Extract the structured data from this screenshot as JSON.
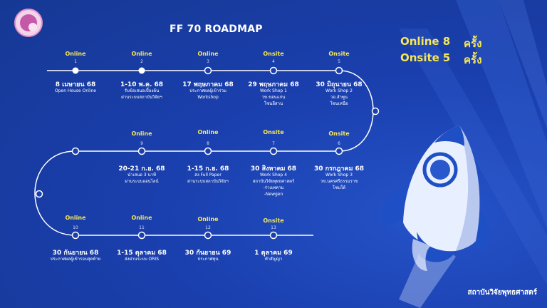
{
  "header": {
    "title": "FF 70 ROADMAP"
  },
  "summary": {
    "online": {
      "label": "Online",
      "count": "8",
      "unit": "ครั้ง"
    },
    "onsite": {
      "label": "Onsite",
      "count": "5",
      "unit": "ครั้ง"
    }
  },
  "milestones": [
    {
      "num": "1",
      "type": "Online",
      "date": "8 เมษายน 68",
      "desc": "Open House Online"
    },
    {
      "num": "2",
      "type": "Online",
      "date": "1-10 พ.ค. 68",
      "desc": "รับข้อเสนอเบื้องต้น\nผ่านระบบสถาบันวิจัยฯ"
    },
    {
      "num": "3",
      "type": "Online",
      "date": "17 พฤษภาคม 68",
      "desc": "ประกาศผลผู้เข้าร่วม\nWorkshop"
    },
    {
      "num": "4",
      "type": "Onsite",
      "date": "29 พฤษภาคม 68",
      "desc": "Work Shop 1\nวข.ขอนแก่น\nโซนอีสาน"
    },
    {
      "num": "5",
      "type": "Onsite",
      "date": "30 มิถุนายน 68",
      "desc": "Work Shop 2\nวอ.ลำพูน\nโซนเหนือ"
    },
    {
      "num": "6",
      "type": "Onsite",
      "date": "30 กรกฎาคม 68",
      "desc": "Work Shop 3\nวข.นครศรีธรรมราช\nโซนใต้"
    },
    {
      "num": "7",
      "type": "Onsite",
      "date": "30 สิงหาคม 68",
      "desc": "Work Shop 4\nสถาบันวิจัยพุทธศาสตร์\n-ร่างเทคาม\n-Newgen"
    },
    {
      "num": "8",
      "type": "Online",
      "date": "1-15 ก.ย. 68",
      "desc": "ส่ง Full Paper\nผ่านระบบสถาบันวิจัยฯ"
    },
    {
      "num": "9",
      "type": "Online",
      "date": "20-21 ก.ย. 68",
      "desc": "นำเสนอ 3 นาที\nผ่านระบบออนไลน์"
    },
    {
      "num": "10",
      "type": "Online",
      "date": "30 กันยายน 68",
      "desc": "ประกาศผลผู้เข้ารอบสุดท้าย"
    },
    {
      "num": "11",
      "type": "Online",
      "date": "1-15 ตุลาคม 68",
      "desc": "ส่งผ่านระบบ ORIS"
    },
    {
      "num": "12",
      "type": "Online",
      "date": "30 กันยายน 69",
      "desc": "ประกาศทุน"
    },
    {
      "num": "13",
      "type": "Onsite",
      "date": "1 ตุลาคม 69",
      "desc": "ทำสัญญา"
    }
  ],
  "footer": {
    "org": "สถาบันวิจัยพุทธศาสตร์"
  },
  "colors": {
    "background": "#1a3fae",
    "accent": "#f5e65a",
    "line": "#ffffff"
  }
}
